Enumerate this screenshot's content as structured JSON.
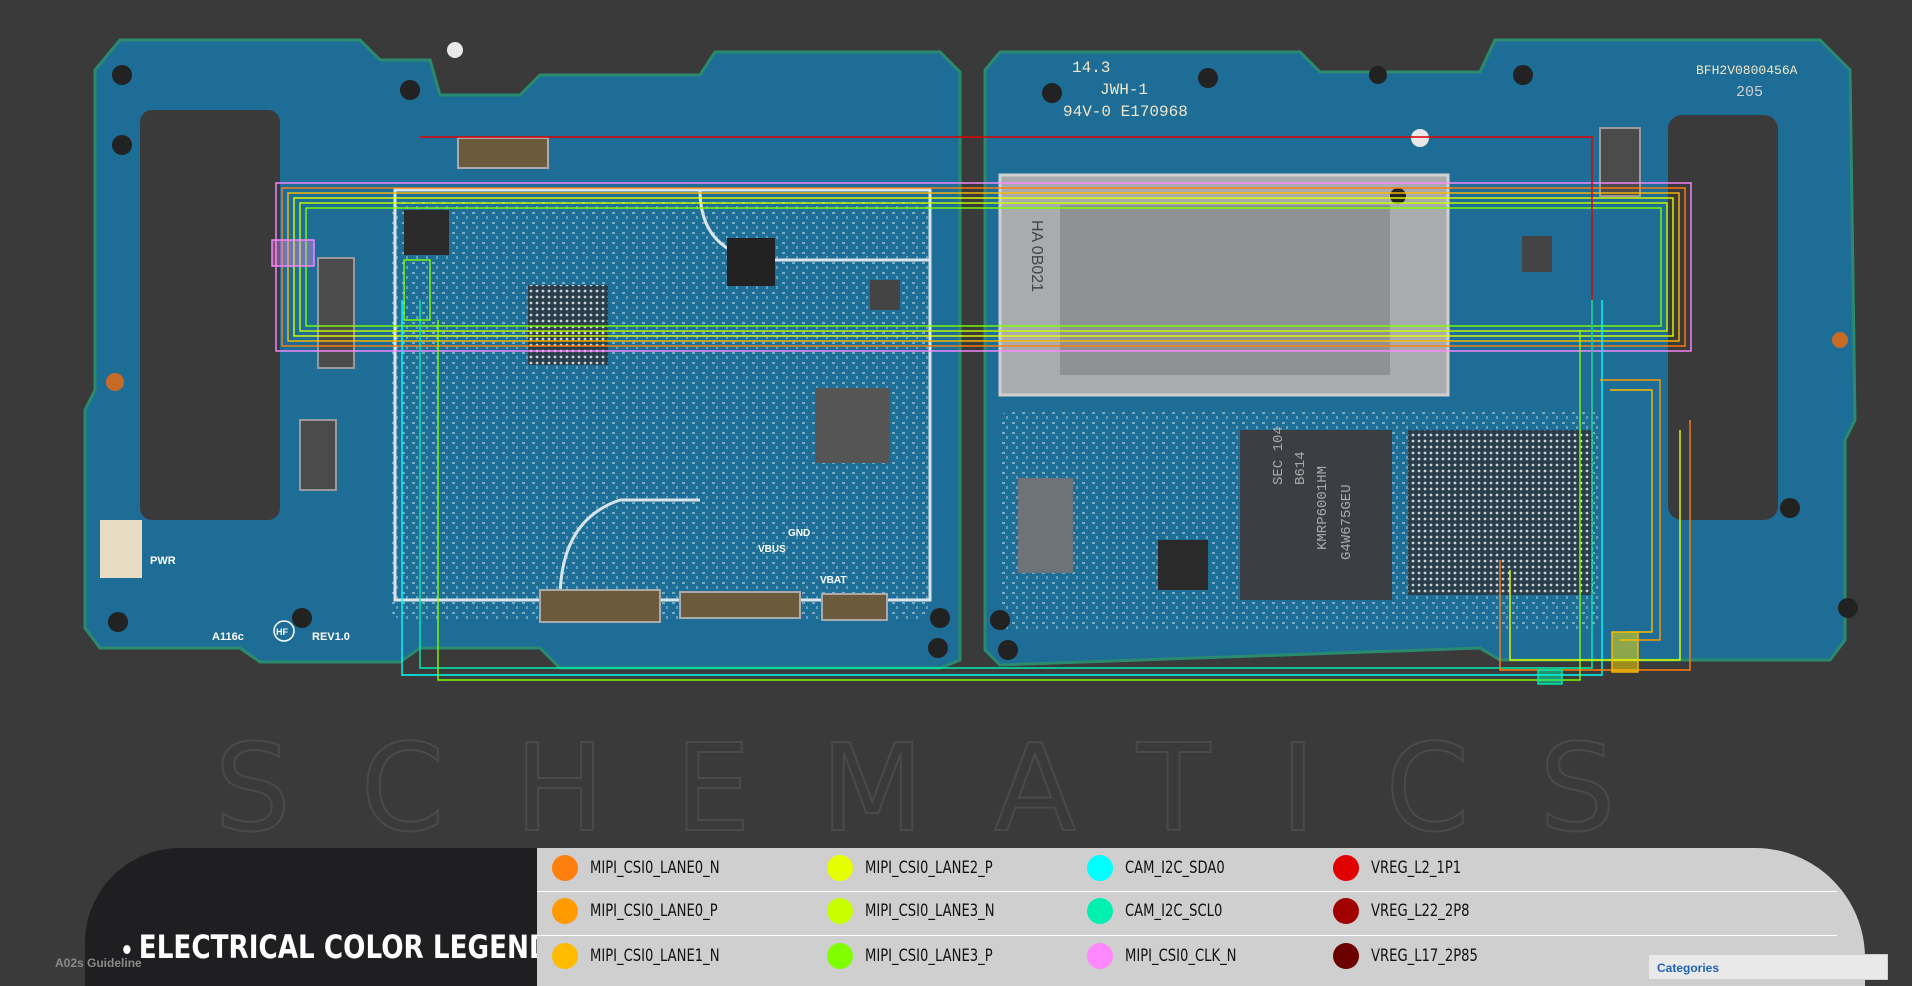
{
  "watermark": "SCHEMATICS",
  "board_left": {
    "silk_pwr": "PWR",
    "silk_gnd": "GND",
    "silk_vbus": "VBUS",
    "silk_vbat": "VBAT",
    "silk_model": "A116c",
    "silk_hf": "HF",
    "silk_rev": "REV1.0"
  },
  "board_right": {
    "silk_cert1": "14.3",
    "silk_cert2": "JWH-1",
    "silk_cert3": "94V-0 E170968",
    "silk_code": "BFH2V0800456A",
    "silk_num": "205",
    "simtray_code": "HA 0B021",
    "chip1_line1": "SEC 104",
    "chip1_line2": "B614",
    "chip1_line3": "KMRP6001HM",
    "chip1_line4": "G4W675GEU"
  },
  "legend": {
    "title": "ELECTRICAL COLOR LEGEND",
    "items": [
      {
        "label": "MIPI_CSI0_LANE0_N",
        "color": "#ff7f0e"
      },
      {
        "label": "MIPI_CSI0_LANE2_P",
        "color": "#e6ff00"
      },
      {
        "label": "CAM_I2C_SDA0",
        "color": "#00ffff"
      },
      {
        "label": "VREG_L2_1P1",
        "color": "#e00000"
      },
      {
        "label": "MIPI_CSI0_LANE0_P",
        "color": "#ff9a00"
      },
      {
        "label": "MIPI_CSI0_LANE3_N",
        "color": "#c8ff00"
      },
      {
        "label": "CAM_I2C_SCL0",
        "color": "#00f0b0"
      },
      {
        "label": "VREG_L22_2P8",
        "color": "#a00000"
      },
      {
        "label": "MIPI_CSI0_LANE1_N",
        "color": "#ffbb00"
      },
      {
        "label": "MIPI_CSI0_LANE3_P",
        "color": "#7fff00"
      },
      {
        "label": "MIPI_CSI0_CLK_N",
        "color": "#ff88ff"
      },
      {
        "label": "VREG_L17_2P85",
        "color": "#6a0000"
      }
    ]
  },
  "footer": {
    "guideline": "A02s Guideline",
    "categories": "Categories"
  }
}
